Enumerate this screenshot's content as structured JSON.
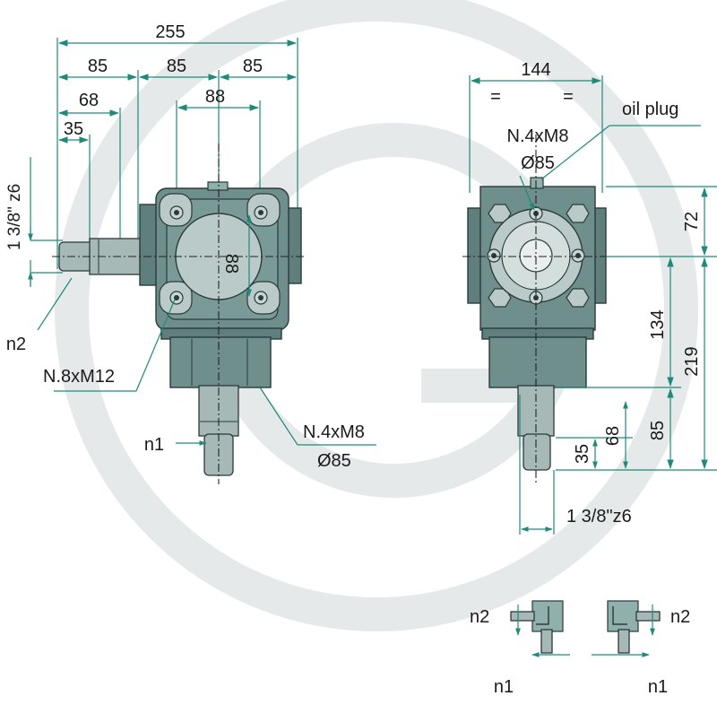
{
  "diagram": {
    "left_view": {
      "dimensions": {
        "overall_width": "255",
        "segment_1": "85",
        "segment_2": "85",
        "segment_3": "85",
        "offset_68": "68",
        "offset_35": "35",
        "bolt_spacing_h": "88",
        "bolt_spacing_v": "88",
        "shaft_size": "1 3/8\" z6"
      },
      "labels": {
        "n2": "n2",
        "n1": "n1",
        "holes_main": "N.8xM12",
        "holes_flange_count": "N.4xM8",
        "holes_flange_dia": "Ø85"
      }
    },
    "right_view": {
      "dimensions": {
        "width": "144",
        "equal_left": "=",
        "equal_right": "=",
        "height_72": "72",
        "height_134": "134",
        "height_219": "219",
        "height_85": "85",
        "height_68": "68",
        "height_35": "35",
        "shaft_size": "1 3/8\"z6"
      },
      "labels": {
        "oil_plug": "oil plug",
        "holes_count": "N.4xM8",
        "holes_dia": "Ø85"
      }
    },
    "rotation_legend": {
      "left": {
        "n2": "n2",
        "n1": "n1"
      },
      "right": {
        "n2": "n2",
        "n1": "n1"
      }
    },
    "colors": {
      "dimension": "#1f8a7a",
      "body": "#6f8f8c",
      "watermark": "#e6e9e9"
    }
  }
}
